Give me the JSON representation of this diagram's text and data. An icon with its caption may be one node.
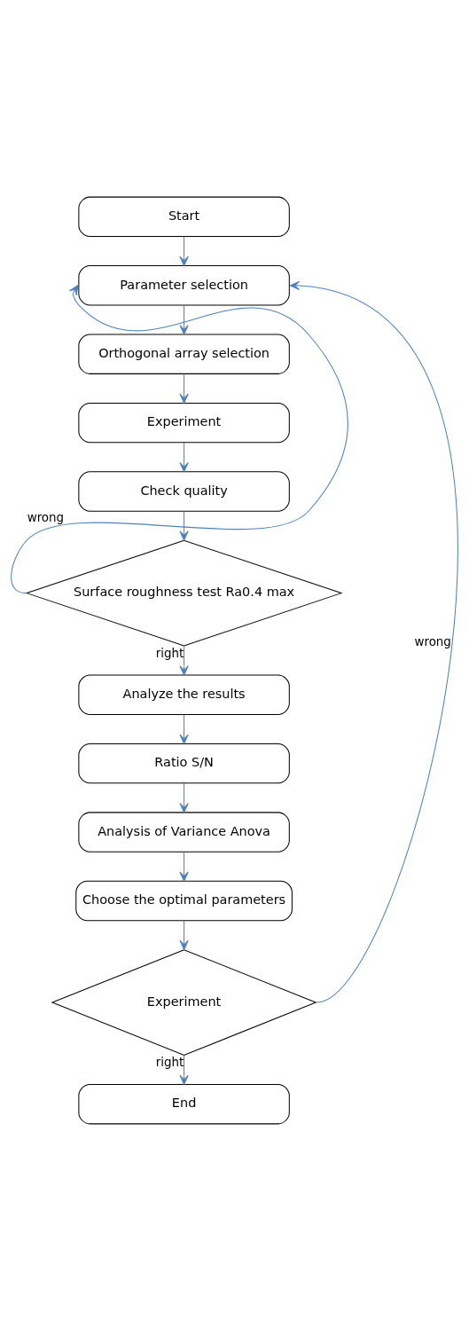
{
  "diagram": {
    "nodes": [
      {
        "text": [
          "Start"
        ]
      },
      {
        "text": [
          "Parameter selection"
        ]
      },
      {
        "text": [
          "Orthogonal array selection"
        ]
      },
      {
        "text": [
          "Experiment"
        ]
      },
      {
        "text": [
          "Check quality"
        ]
      },
      {
        "text": [
          "Surface roughness test Ra0.4 max"
        ]
      },
      {
        "text": [
          "Analyze the results"
        ]
      },
      {
        "text": [
          "Ratio S/N"
        ]
      },
      {
        "text": [
          "Analysis of Variance Anova"
        ]
      },
      {
        "text": [
          "Choose the optimal parameters"
        ]
      },
      {
        "text": [
          "Experiment"
        ]
      },
      {
        "text": [
          "End"
        ]
      }
    ],
    "edges": [
      {
        "from": 0,
        "to": 1,
        "arrow": "to"
      },
      {
        "from": 1,
        "to": 2,
        "arrow": "to"
      },
      {
        "from": 2,
        "to": 3,
        "arrow": "to"
      },
      {
        "from": 3,
        "to": 4,
        "arrow": "to"
      },
      {
        "from": 4,
        "to": 5,
        "arrow": "to"
      },
      {
        "from": 5,
        "to": 1,
        "arrow": "to",
        "label": "wrong"
      },
      {
        "from": 5,
        "to": 6,
        "arrow": "to",
        "label": "right"
      },
      {
        "from": 6,
        "to": 7,
        "arrow": "to"
      },
      {
        "from": 7,
        "to": 8,
        "arrow": "to"
      },
      {
        "from": 8,
        "to": 9,
        "arrow": "to"
      },
      {
        "from": 9,
        "to": 10,
        "arrow": "to"
      },
      {
        "from": 10,
        "to": 1,
        "arrow": "to",
        "label": "wrong"
      },
      {
        "from": 10,
        "to": 11,
        "arrow": "to",
        "label": "right"
      }
    ]
  }
}
